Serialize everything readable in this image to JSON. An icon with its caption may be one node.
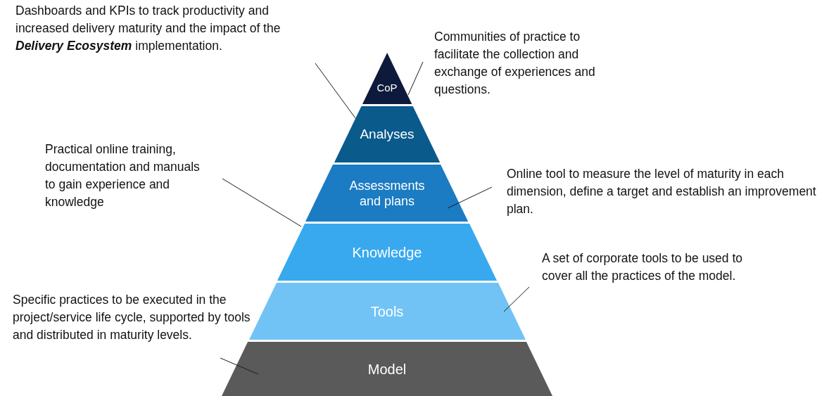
{
  "diagram": {
    "nodes": [
      {
        "text": [
          "Dashboards and KPIs to track productivity and increased delivery maturity and the impact of the **Delivery Ecosystem** implementation."
        ]
      },
      {
        "text": [
          "Communities of practice to facilitate the collection and exchange of experiences and questions."
        ]
      },
      {
        "text": [
          "CoP"
        ]
      },
      {
        "text": [
          "Analyses"
        ]
      },
      {
        "text": [
          "Practical online training, documentation and manuals to gain experience and knowledge"
        ]
      },
      {
        "text": [
          "Assessments and plans"
        ]
      },
      {
        "text": [
          "Online tool to measure the level of maturity in each dimension, define a target and establish an improvement plan."
        ]
      },
      {
        "text": [
          "Knowledge"
        ]
      },
      {
        "text": [
          "A set of corporate tools to be used to cover all the practices of the model."
        ]
      },
      {
        "text": [
          "Tools"
        ]
      },
      {
        "text": [
          "Specific practices to be executed in the project/service life cycle, supported by tools and distributed in maturity levels."
        ]
      },
      {
        "text": [
          "Model"
        ]
      }
    ],
    "edges": [
      {
        "from": 0,
        "to": 3,
        "arrow": "none"
      },
      {
        "from": 1,
        "to": 2,
        "arrow": "none"
      },
      {
        "from": 4,
        "to": 7,
        "arrow": "none"
      },
      {
        "from": 6,
        "to": 5,
        "arrow": "none"
      },
      {
        "from": 8,
        "to": 9,
        "arrow": "none"
      },
      {
        "from": 10,
        "to": 11,
        "arrow": "none"
      }
    ]
  }
}
